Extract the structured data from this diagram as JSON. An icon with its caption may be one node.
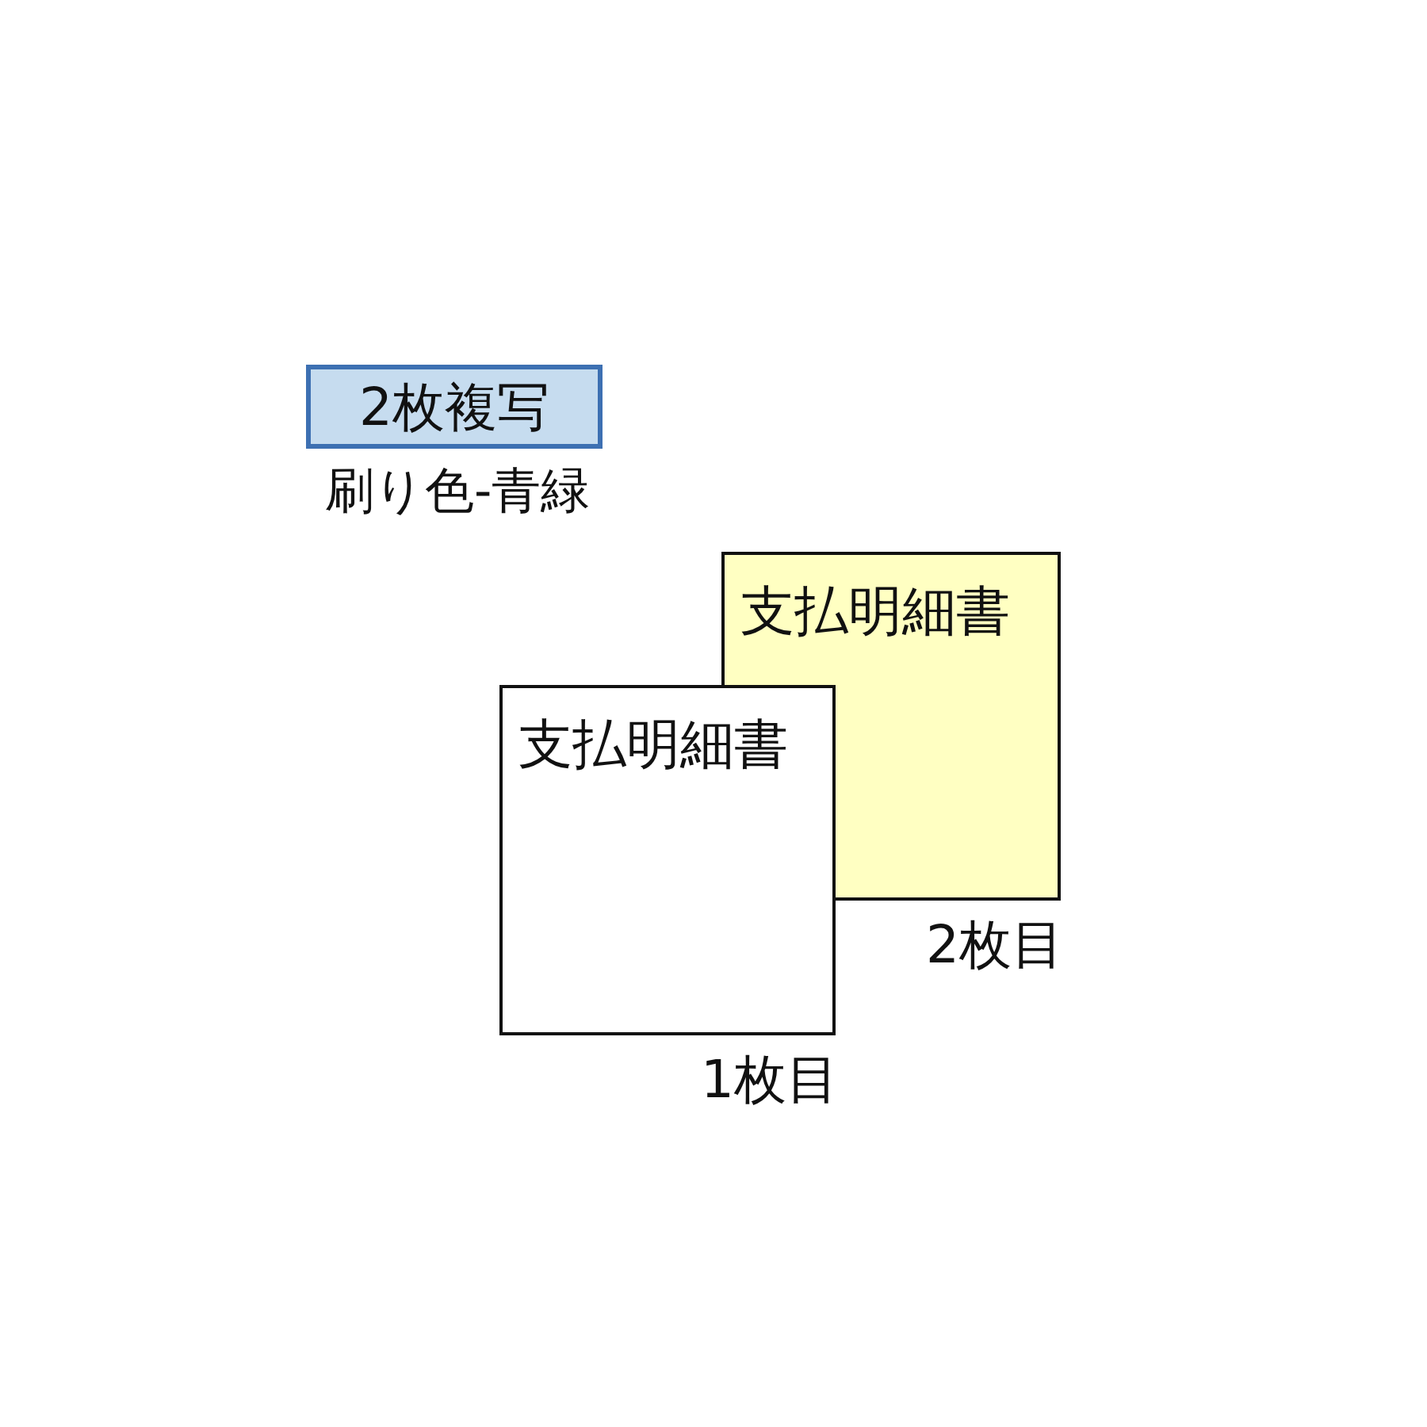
{
  "diagram": {
    "nodes": [
      {
        "text": [
          "2枚複写"
        ]
      },
      {
        "text": [
          "支払明細書"
        ],
        "beside": [
          "2枚目"
        ]
      },
      {
        "text": [
          "支払明細書"
        ],
        "beside": [
          "1枚目"
        ]
      }
    ],
    "labels": [
      "刷り色-青緑"
    ]
  }
}
